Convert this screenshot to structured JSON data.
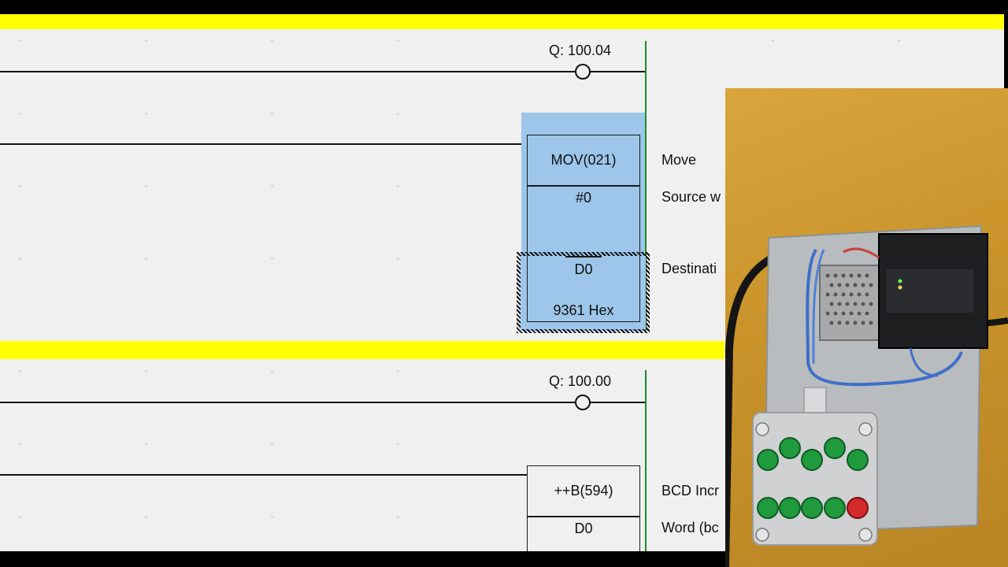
{
  "ladder": {
    "rung1_coil_address": "Q: 100.04",
    "mov_block": {
      "instruction": "MOV(021)",
      "source": "#0",
      "destination": "D0",
      "destination_value": "9361 Hex"
    },
    "mov_comments": {
      "instruction": "Move",
      "source": "Source w",
      "destination": "Destinati"
    },
    "rung2_coil_address": "Q: 100.00",
    "incb_block": {
      "instruction": "++B(594)",
      "word": "D0"
    },
    "incb_comments": {
      "instruction": "BCD Incr",
      "word": "Word (bc"
    }
  },
  "colors": {
    "rung_highlight": "#ffff00",
    "selection": "#9dc6ea",
    "right_rail": "#1a8a2a"
  }
}
